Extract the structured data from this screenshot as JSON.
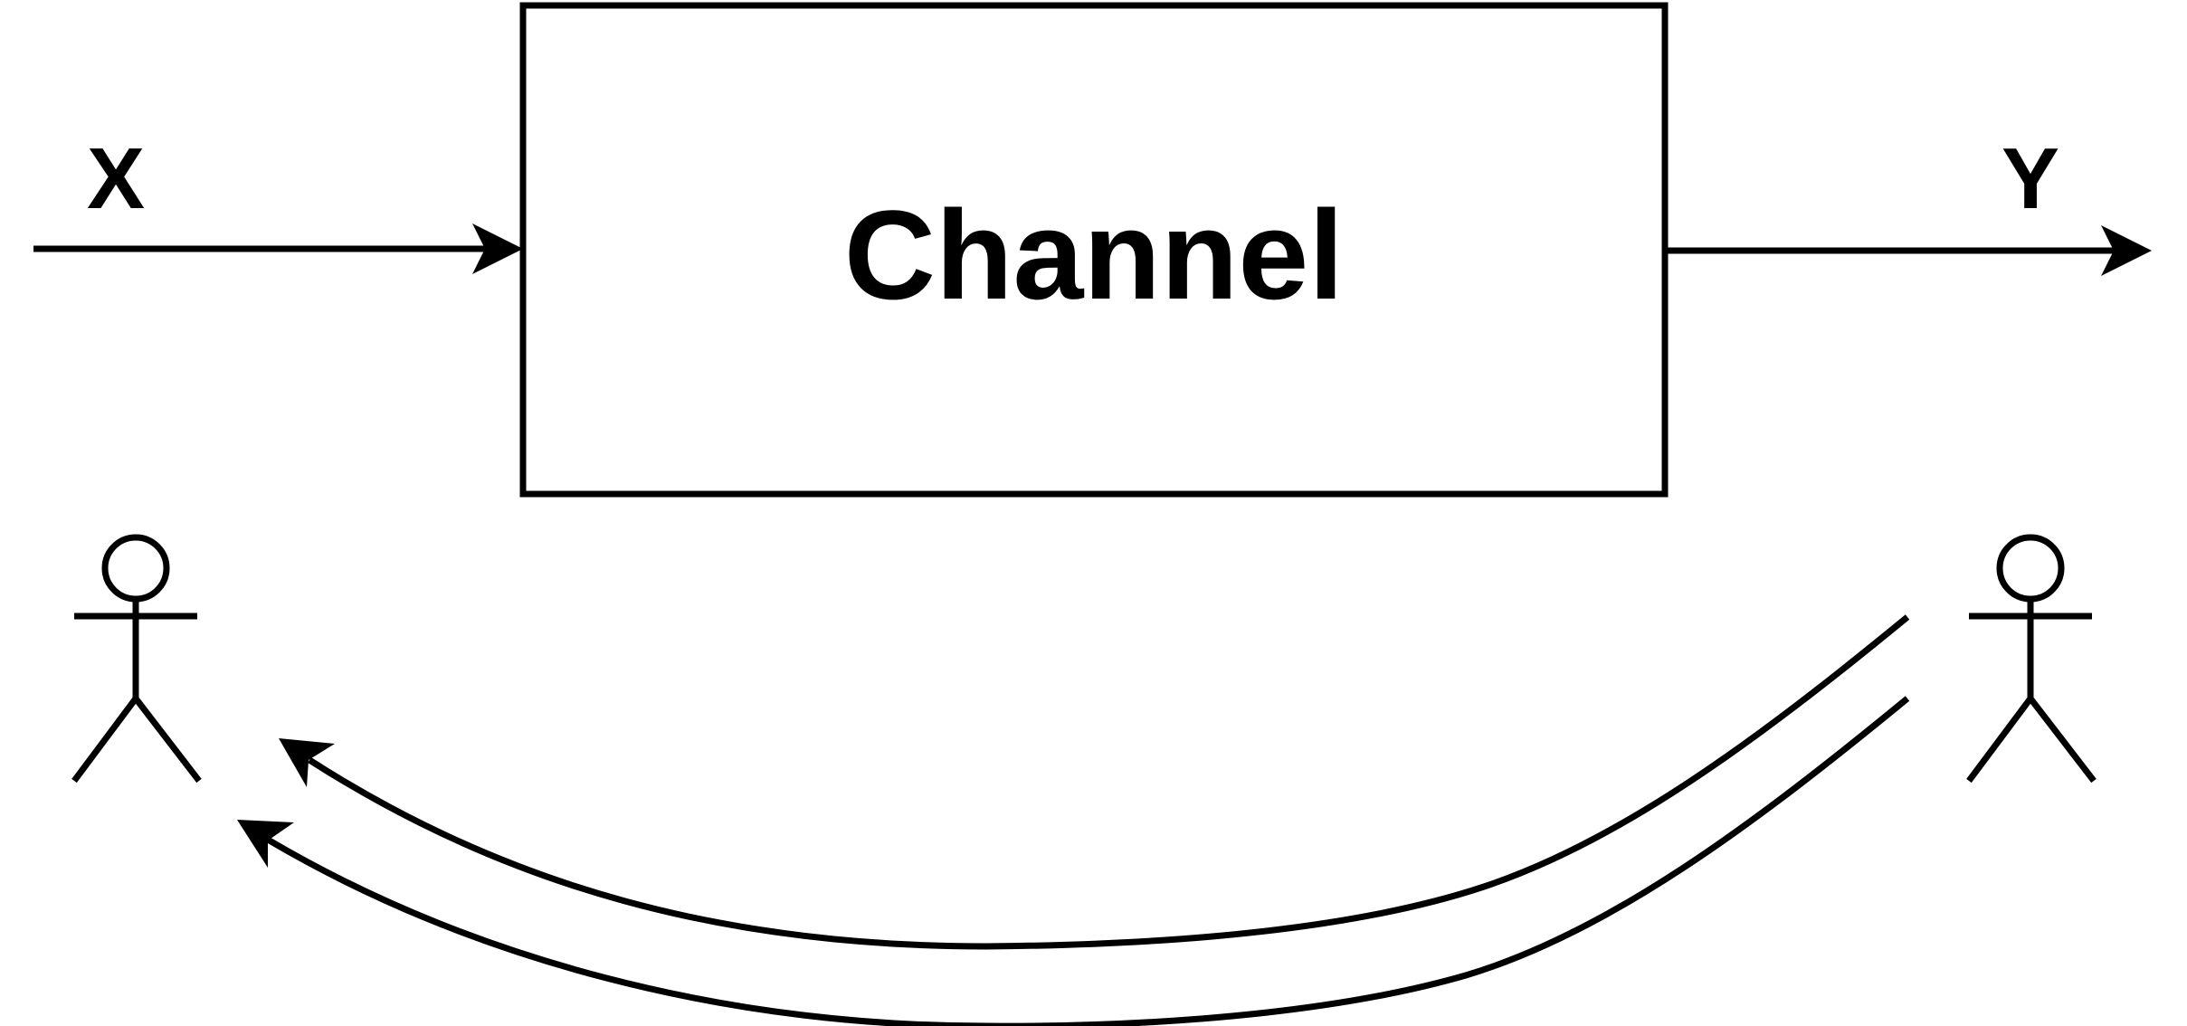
{
  "diagram": {
    "channel_label": "Channel",
    "input_label": "X",
    "output_label": "Y",
    "colors": {
      "stroke": "#000000",
      "background": "#ffffff"
    },
    "nodes": [
      {
        "id": "channel",
        "type": "box",
        "label": "Channel"
      },
      {
        "id": "sender",
        "type": "actor-icon"
      },
      {
        "id": "receiver",
        "type": "actor-icon"
      }
    ],
    "edges": [
      {
        "id": "input",
        "label": "X",
        "to": "channel"
      },
      {
        "id": "output",
        "label": "Y",
        "from": "channel"
      },
      {
        "id": "feedback-1",
        "from": "receiver",
        "to": "sender"
      },
      {
        "id": "feedback-2",
        "from": "receiver",
        "to": "sender"
      }
    ]
  }
}
